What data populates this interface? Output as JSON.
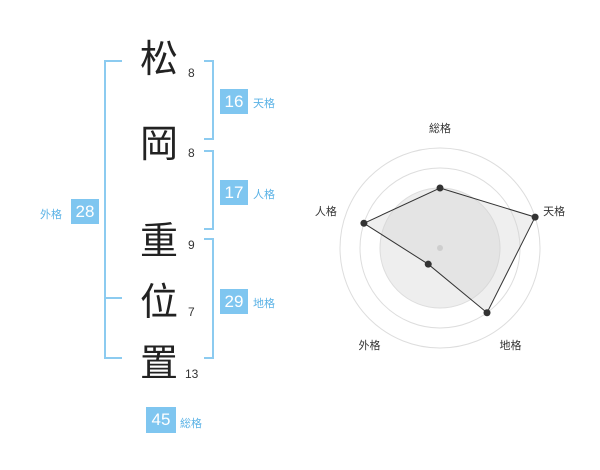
{
  "name": {
    "chars": [
      {
        "char": "松",
        "strokes": "8"
      },
      {
        "char": "岡",
        "strokes": "8"
      },
      {
        "char": "重",
        "strokes": "9"
      },
      {
        "char": "位",
        "strokes": "7"
      },
      {
        "char": "置",
        "strokes": "13"
      }
    ]
  },
  "kakusu": {
    "tenkaku": {
      "value": "16",
      "label": "天格"
    },
    "jinkaku": {
      "value": "17",
      "label": "人格"
    },
    "chikaku": {
      "value": "29",
      "label": "地格"
    },
    "gaikaku": {
      "value": "28",
      "label": "外格"
    },
    "soukaku": {
      "value": "45",
      "label": "総格"
    }
  },
  "colors": {
    "accent": "#7fc6f0",
    "bracket": "#8ccbf0"
  },
  "chart_data": {
    "type": "radar",
    "axes": [
      "総格",
      "天格",
      "地格",
      "外格",
      "人格"
    ],
    "values": [
      3,
      5,
      4,
      1,
      4
    ],
    "range": [
      0,
      5
    ],
    "rings": 5
  }
}
